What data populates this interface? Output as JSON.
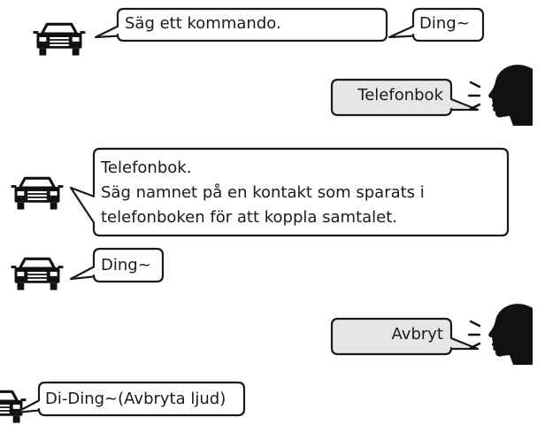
{
  "colors": {
    "outline": "#1a1a1a",
    "system_bubble_fill": "#ffffff",
    "user_bubble_fill": "#e6e6e6",
    "icon_fill": "#111111"
  },
  "icons": {
    "system": "car-icon",
    "user": "speaking-head-icon"
  },
  "dialogue": [
    {
      "speaker": "system",
      "text": "Säg ett kommando."
    },
    {
      "speaker": "system",
      "text": "Ding~"
    },
    {
      "speaker": "user",
      "text": "Telefonbok"
    },
    {
      "speaker": "system",
      "lines": [
        "Telefonbok.",
        "Säg namnet på en kontakt som sparats i",
        "telefonboken för att koppla samtalet."
      ]
    },
    {
      "speaker": "system",
      "text": "Ding~"
    },
    {
      "speaker": "user",
      "text": "Avbryt"
    },
    {
      "speaker": "system",
      "text": "Di-Ding~(Avbryta ljud)"
    }
  ]
}
